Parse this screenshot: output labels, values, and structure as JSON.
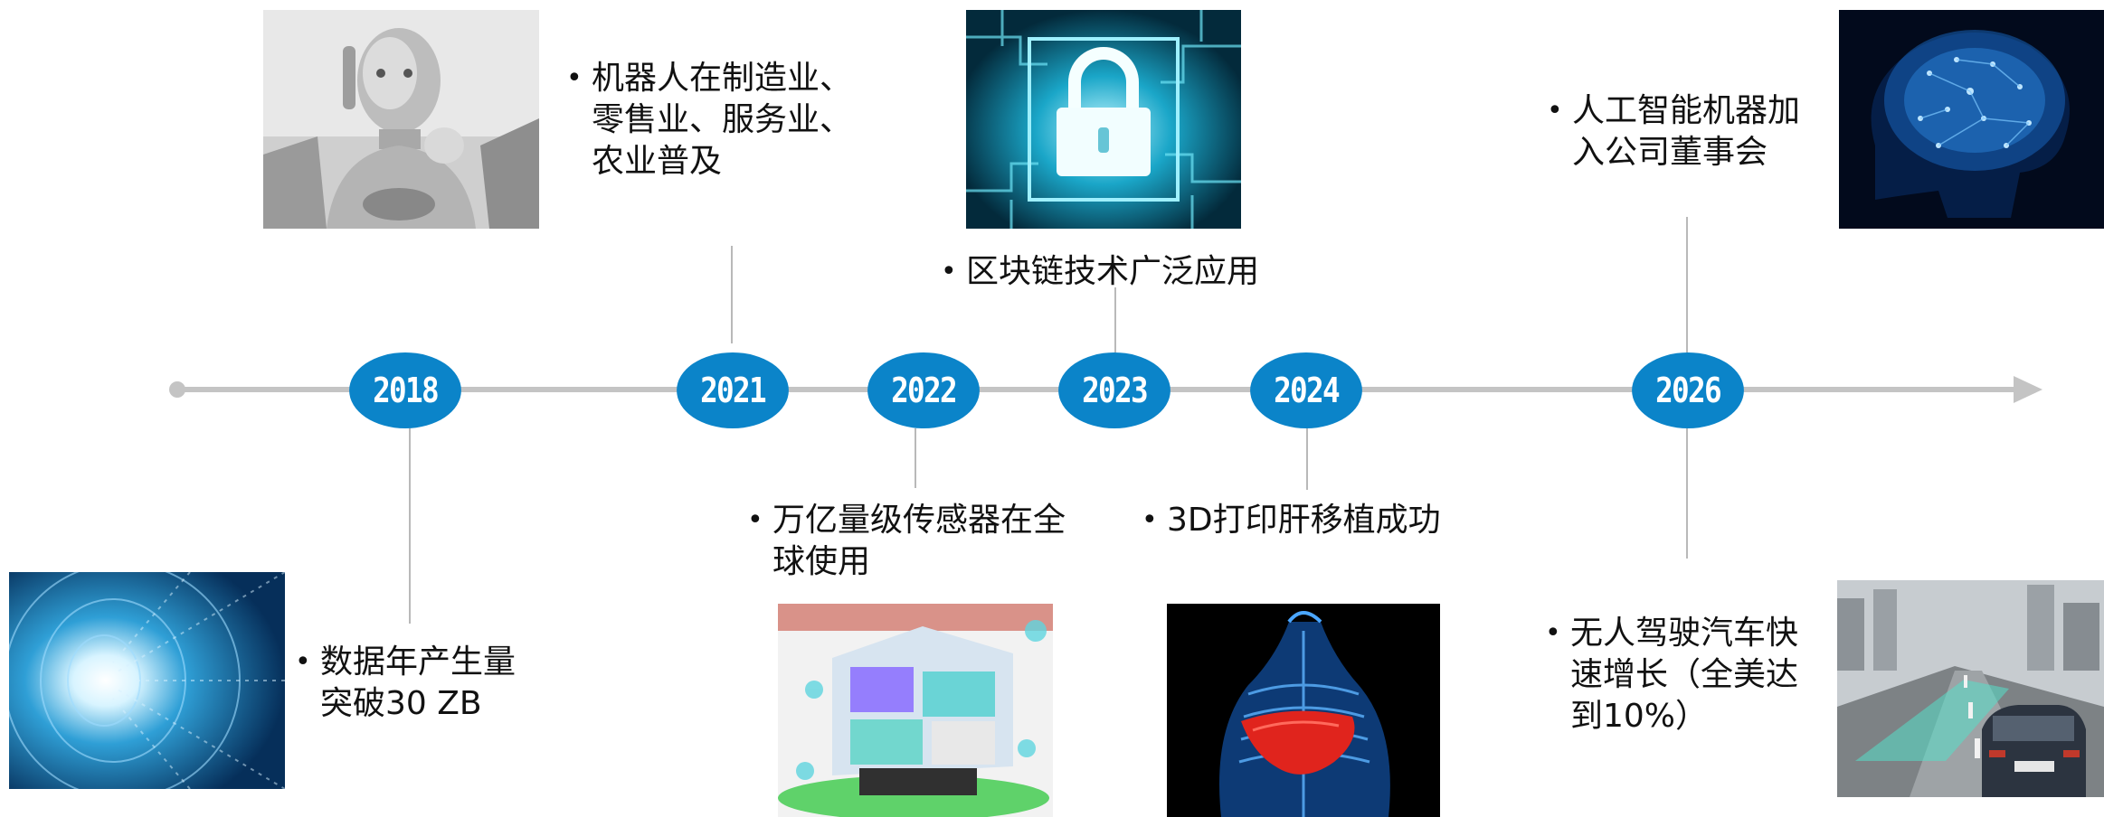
{
  "timeline": {
    "years": {
      "y2018": "2018",
      "y2021": "2021",
      "y2022": "2022",
      "y2023": "2023",
      "y2024": "2024",
      "y2026": "2026"
    },
    "events": {
      "e2018": [
        "数据年产生量",
        "突破30 ZB"
      ],
      "e2021": [
        "机器人在制造业、",
        "零售业、服务业、",
        "农业普及"
      ],
      "e2022": [
        "万亿量级传感器在全",
        "球使用"
      ],
      "e2023": [
        "区块链技术广泛应用"
      ],
      "e2024": [
        "3D打印肝移植成功"
      ],
      "e2026a": [
        "人工智能机器加",
        "入公司董事会"
      ],
      "e2026b": [
        "无人驾驶汽车快",
        "速增长（全美达",
        "到10%）"
      ]
    },
    "bullet": "•"
  },
  "colors": {
    "year_fill": "#0b84c9",
    "axis": "#c4c4c4",
    "connector": "#b9b9b9",
    "text": "#111111"
  },
  "images": [
    "robot-photo",
    "padlock-circuit-photo",
    "ai-brain-photo",
    "data-tunnel-photo",
    "sensor-house-photo",
    "liver-body-photo",
    "self-driving-car-photo"
  ]
}
